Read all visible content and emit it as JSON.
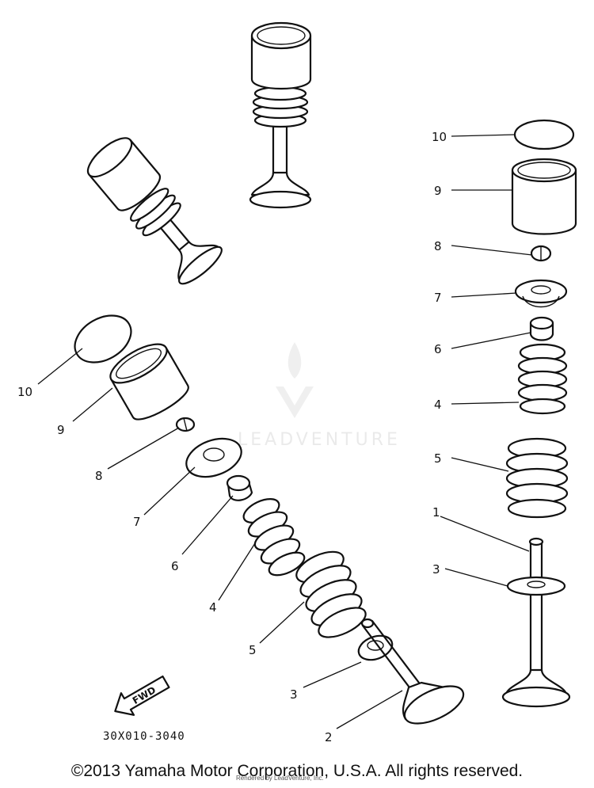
{
  "diagram": {
    "watermark_text": "LEADVENTURE",
    "fwd_label": "FWD",
    "part_code": "30X010-3040",
    "copyright": "©2013 Yamaha Motor Corporation, U.S.A. All rights reserved.",
    "render_note": "Rendered by LeadVenture, Inc.",
    "callouts_left": [
      "10",
      "9",
      "8",
      "7",
      "6",
      "4",
      "5",
      "3",
      "2"
    ],
    "callouts_right": [
      "10",
      "9",
      "8",
      "7",
      "6",
      "4",
      "5",
      "1",
      "3"
    ]
  }
}
